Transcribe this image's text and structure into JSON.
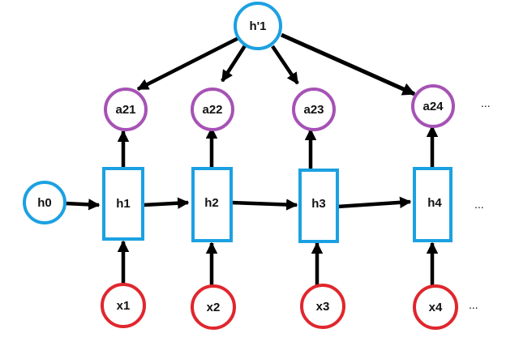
{
  "colors": {
    "hidden_state": "#1ba1e2",
    "rnn_cell": "#1ba1e2",
    "attention": "#a652b5",
    "input": "#e0262d",
    "arrow": "#000000"
  },
  "nodes": {
    "h_prime": "h'1",
    "h0": "h0",
    "cells": [
      "h1",
      "h2",
      "h3",
      "h4"
    ],
    "attention": [
      "a21",
      "a22",
      "a23",
      "a24"
    ],
    "inputs": [
      "x1",
      "x2",
      "x3",
      "x4"
    ]
  },
  "ellipsis": {
    "attention_row": "...",
    "cell_row": "...",
    "input_row": "..."
  }
}
